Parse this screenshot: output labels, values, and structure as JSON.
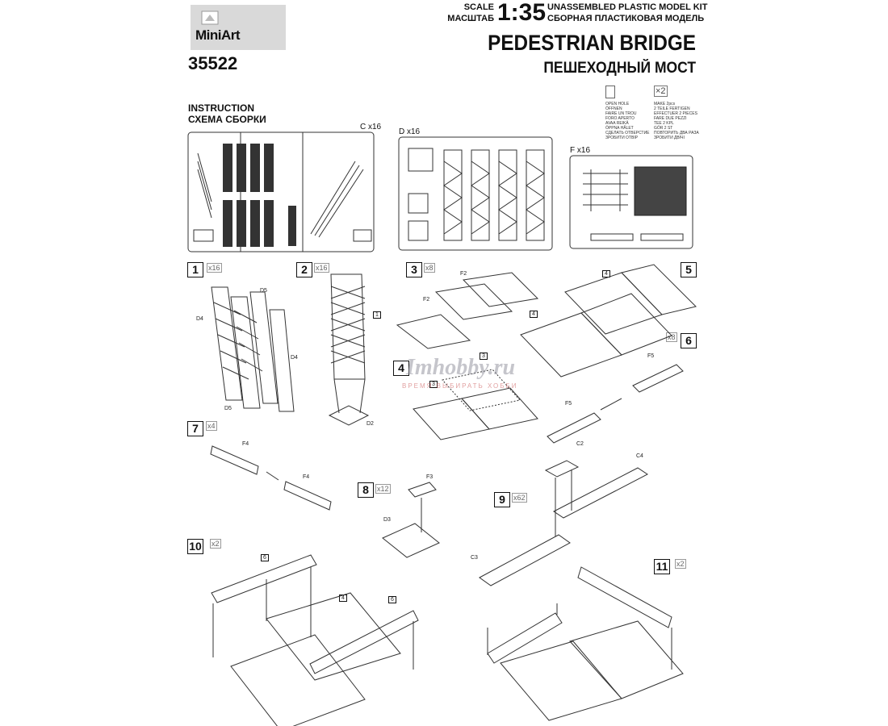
{
  "header": {
    "brand": "MiniArt",
    "kit_number": "35522",
    "scale_label_en": "SCALE",
    "scale_label_ru": "МАСШТАБ",
    "scale_value": "1:35",
    "kit_type_en": "UNASSEMBLED PLASTIC MODEL KIT",
    "kit_type_ru": "СБОРНАЯ ПЛАСТИКОВАЯ МОДЕЛЬ",
    "title_en": "PEDESTRIAN BRIDGE",
    "title_ru": "ПЕШЕХОДНЫЙ МОСТ"
  },
  "instruction": {
    "label_en": "INSTRUCTION",
    "label_ru": "СХЕМА СБОРКИ"
  },
  "legend": {
    "open_hole": [
      "OPEN HOLE",
      "ÖFFNEN",
      "FAIRE UN TROU",
      "FORO APERTO",
      "AVAA REIKÄ",
      "ÖPPNA HÅLET",
      "СДЕЛАТЬ ОТВЕРСТИЕ",
      "ЗРОБИТИ ОТВІР"
    ],
    "make_count": "×2",
    "make": [
      "MAKE 2pcs",
      "2 TEILE FERTIGEN",
      "EFFECTUER 2 PIECES",
      "FARE DUE PEZZI",
      "TEE 2 KPL",
      "GÖR 2 ST",
      "ПОВТОРИТЬ ДВА РАЗА",
      "ЗРОБИТИ ДВІЧІ"
    ]
  },
  "sprues": [
    {
      "label": "C x16"
    },
    {
      "label": "D x16"
    },
    {
      "label": "F x16"
    }
  ],
  "steps": [
    {
      "number": "1",
      "multiplier": "x16"
    },
    {
      "number": "2",
      "multiplier": "x16"
    },
    {
      "number": "3",
      "multiplier": "x8"
    },
    {
      "number": "4",
      "multiplier": ""
    },
    {
      "number": "5",
      "multiplier": ""
    },
    {
      "number": "6",
      "multiplier": "x8"
    },
    {
      "number": "7",
      "multiplier": "x4"
    },
    {
      "number": "8",
      "multiplier": "x12"
    },
    {
      "number": "9",
      "multiplier": "x62"
    },
    {
      "number": "10",
      "multiplier": "x2"
    },
    {
      "number": "11",
      "multiplier": "x2"
    }
  ],
  "part_labels": {
    "d5_top": "D5",
    "d4_left": "D4",
    "d4_right": "D4",
    "d5_bottom": "D5",
    "s2_part": "1",
    "s2_d2": "D2",
    "s3_f2a": "F2",
    "s3_f2b": "F2",
    "s4_3a": "3",
    "s4_3b": "3",
    "s5_4a": "4",
    "s5_4b": "4",
    "s6_f5a": "F5",
    "s6_f5b": "F5",
    "s7_f4a": "F4",
    "s7_f4b": "F4",
    "s8_f3": "F3",
    "s8_d3": "D3",
    "s9_c2": "C2",
    "s9_c4": "C4",
    "s9_c3": "C3",
    "s10_6a": "6",
    "s10_4": "4",
    "s10_6b": "6"
  },
  "watermark": {
    "main": "Imhobby.ru",
    "sub": "ВРЕМЯ ВЫБИРАТЬ ХОББИ"
  }
}
